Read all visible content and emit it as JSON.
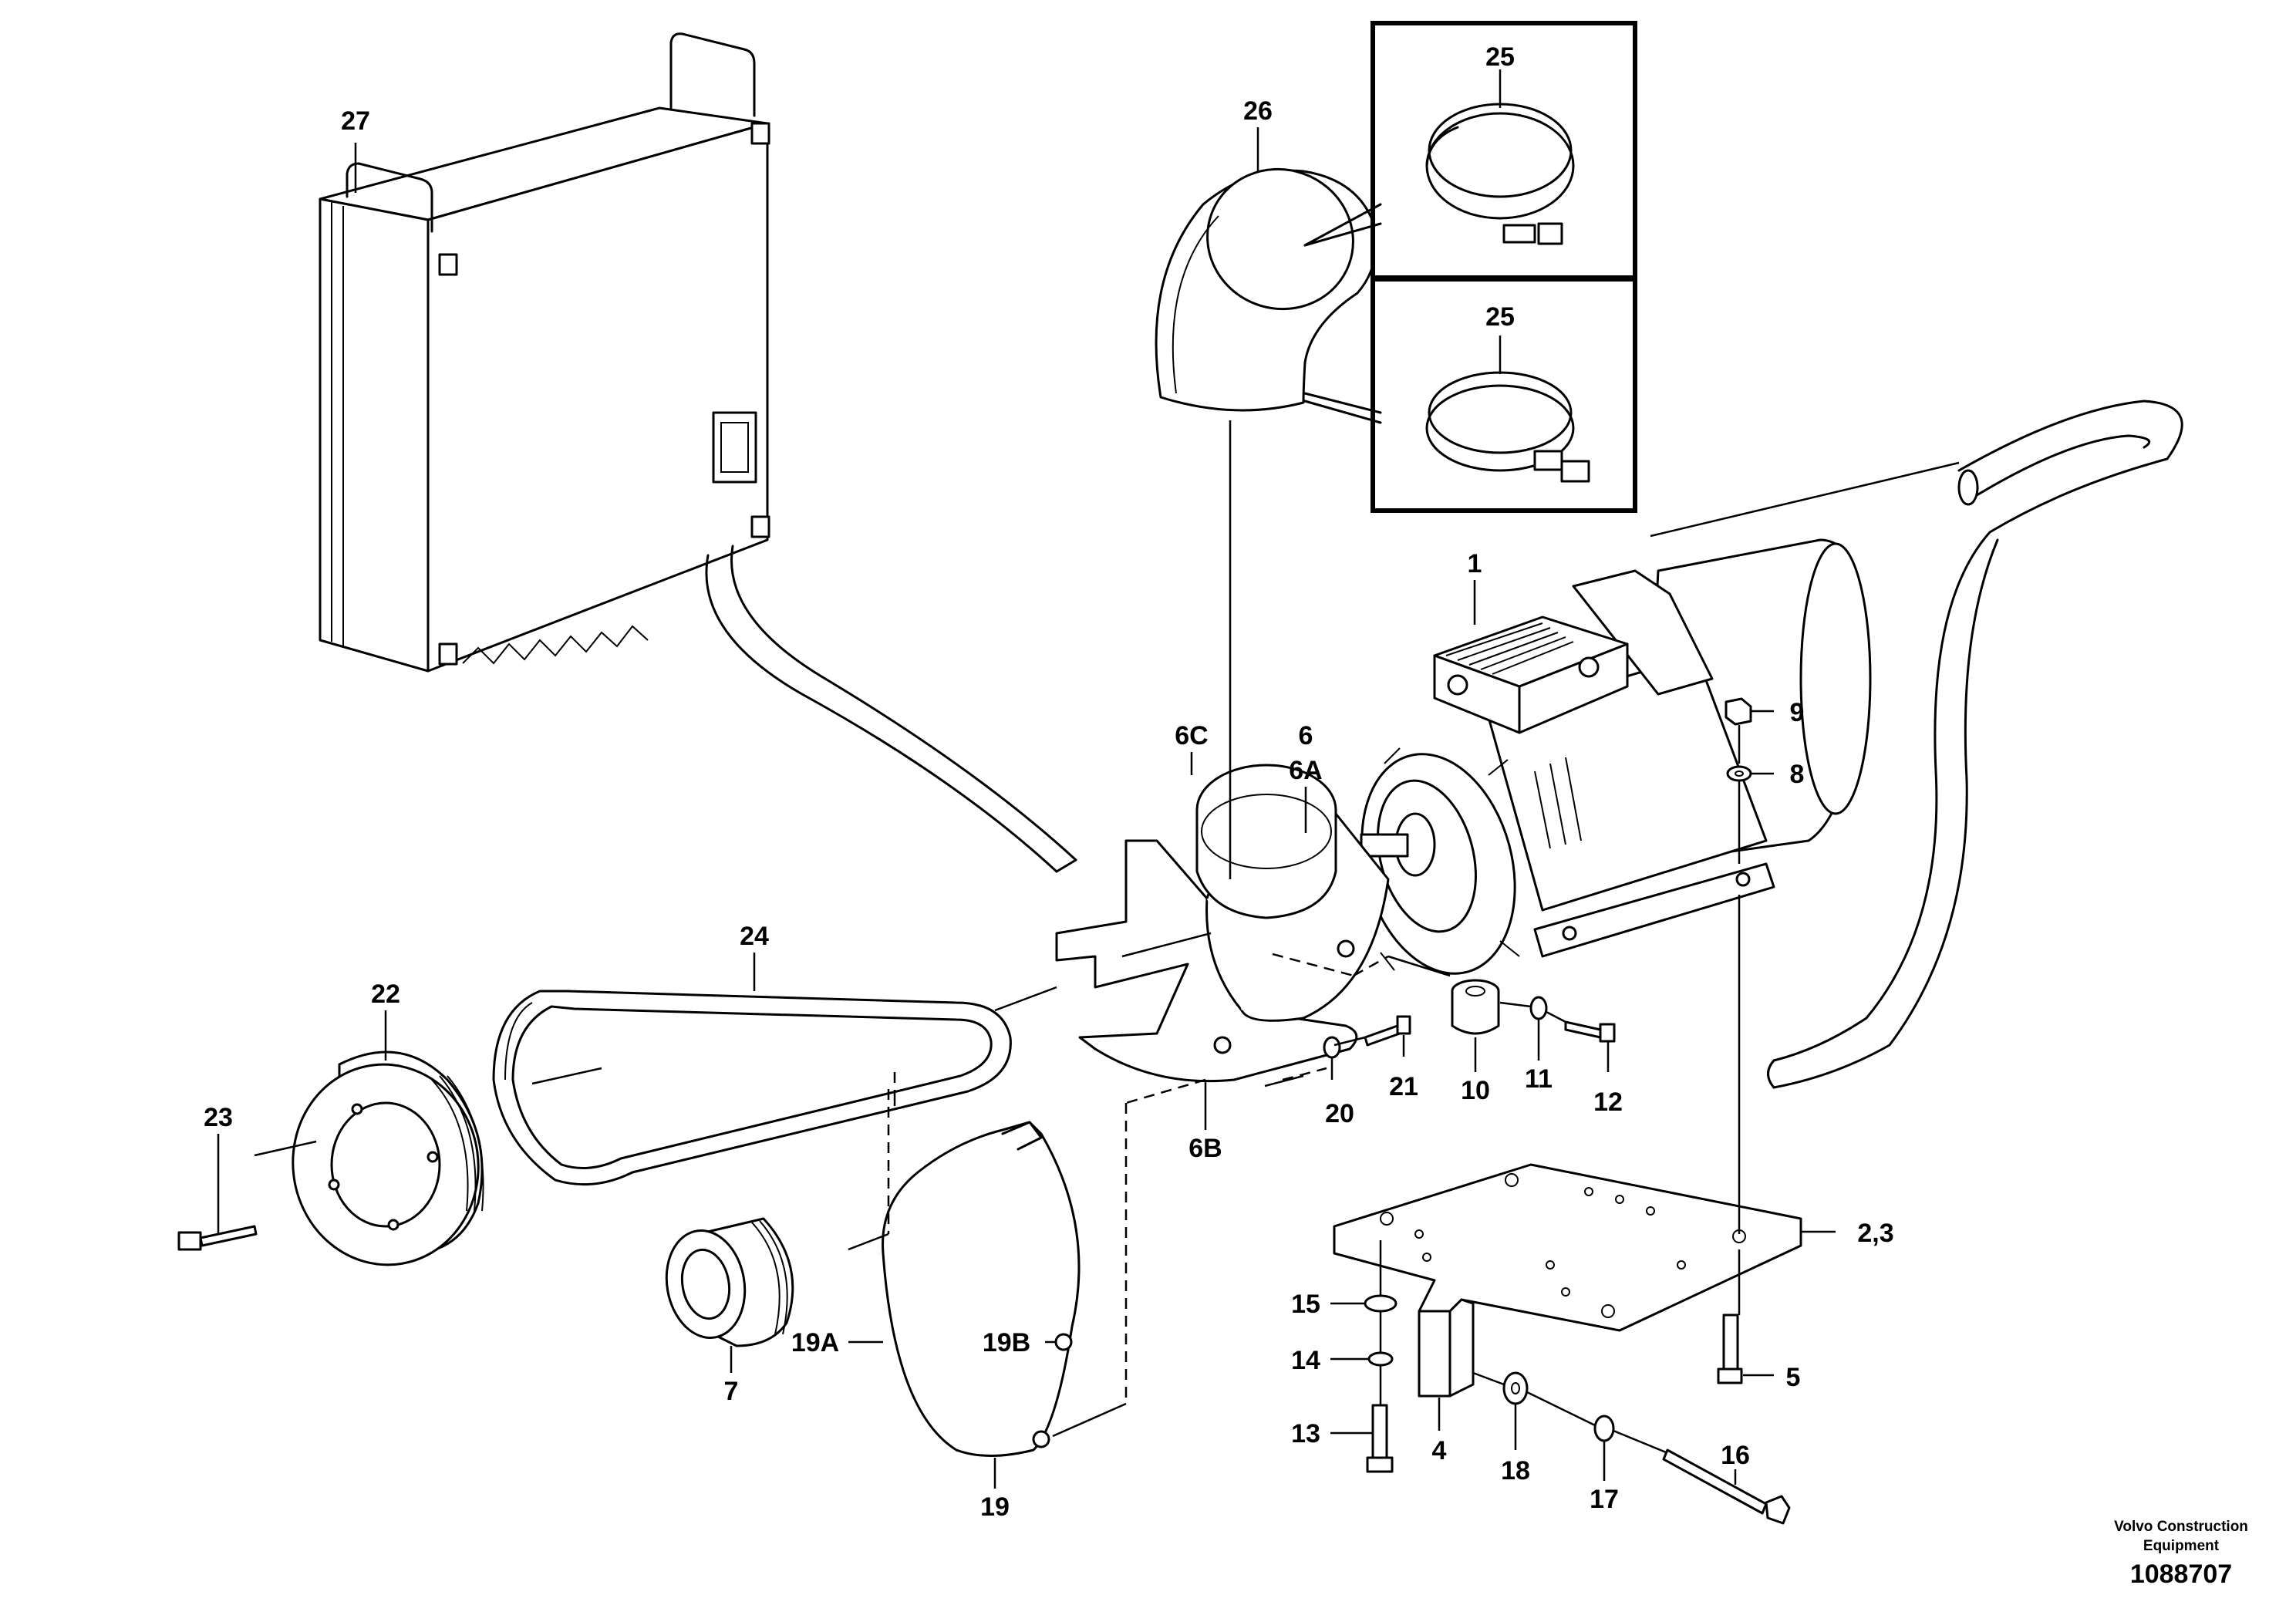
{
  "diagram": {
    "labels": {
      "l1": "1",
      "l23": "2,3",
      "l4": "4",
      "l5": "5",
      "l6": "6",
      "l6a": "6A",
      "l6b": "6B",
      "l6c": "6C",
      "l7": "7",
      "l8": "8",
      "l9": "9",
      "l10": "10",
      "l11": "11",
      "l12": "12",
      "l13": "13",
      "l14": "14",
      "l15": "15",
      "l16": "16",
      "l17": "17",
      "l18": "18",
      "l19": "19",
      "l19a": "19A",
      "l19b": "19B",
      "l20": "20",
      "l21": "21",
      "l22": "22",
      "l23b": "23",
      "l24": "24",
      "l25a": "25",
      "l25b": "25",
      "l26": "26",
      "l27": "27"
    },
    "credit_line1": "Volvo Construction",
    "credit_line2": "Equipment",
    "doc_number": "1088707"
  }
}
